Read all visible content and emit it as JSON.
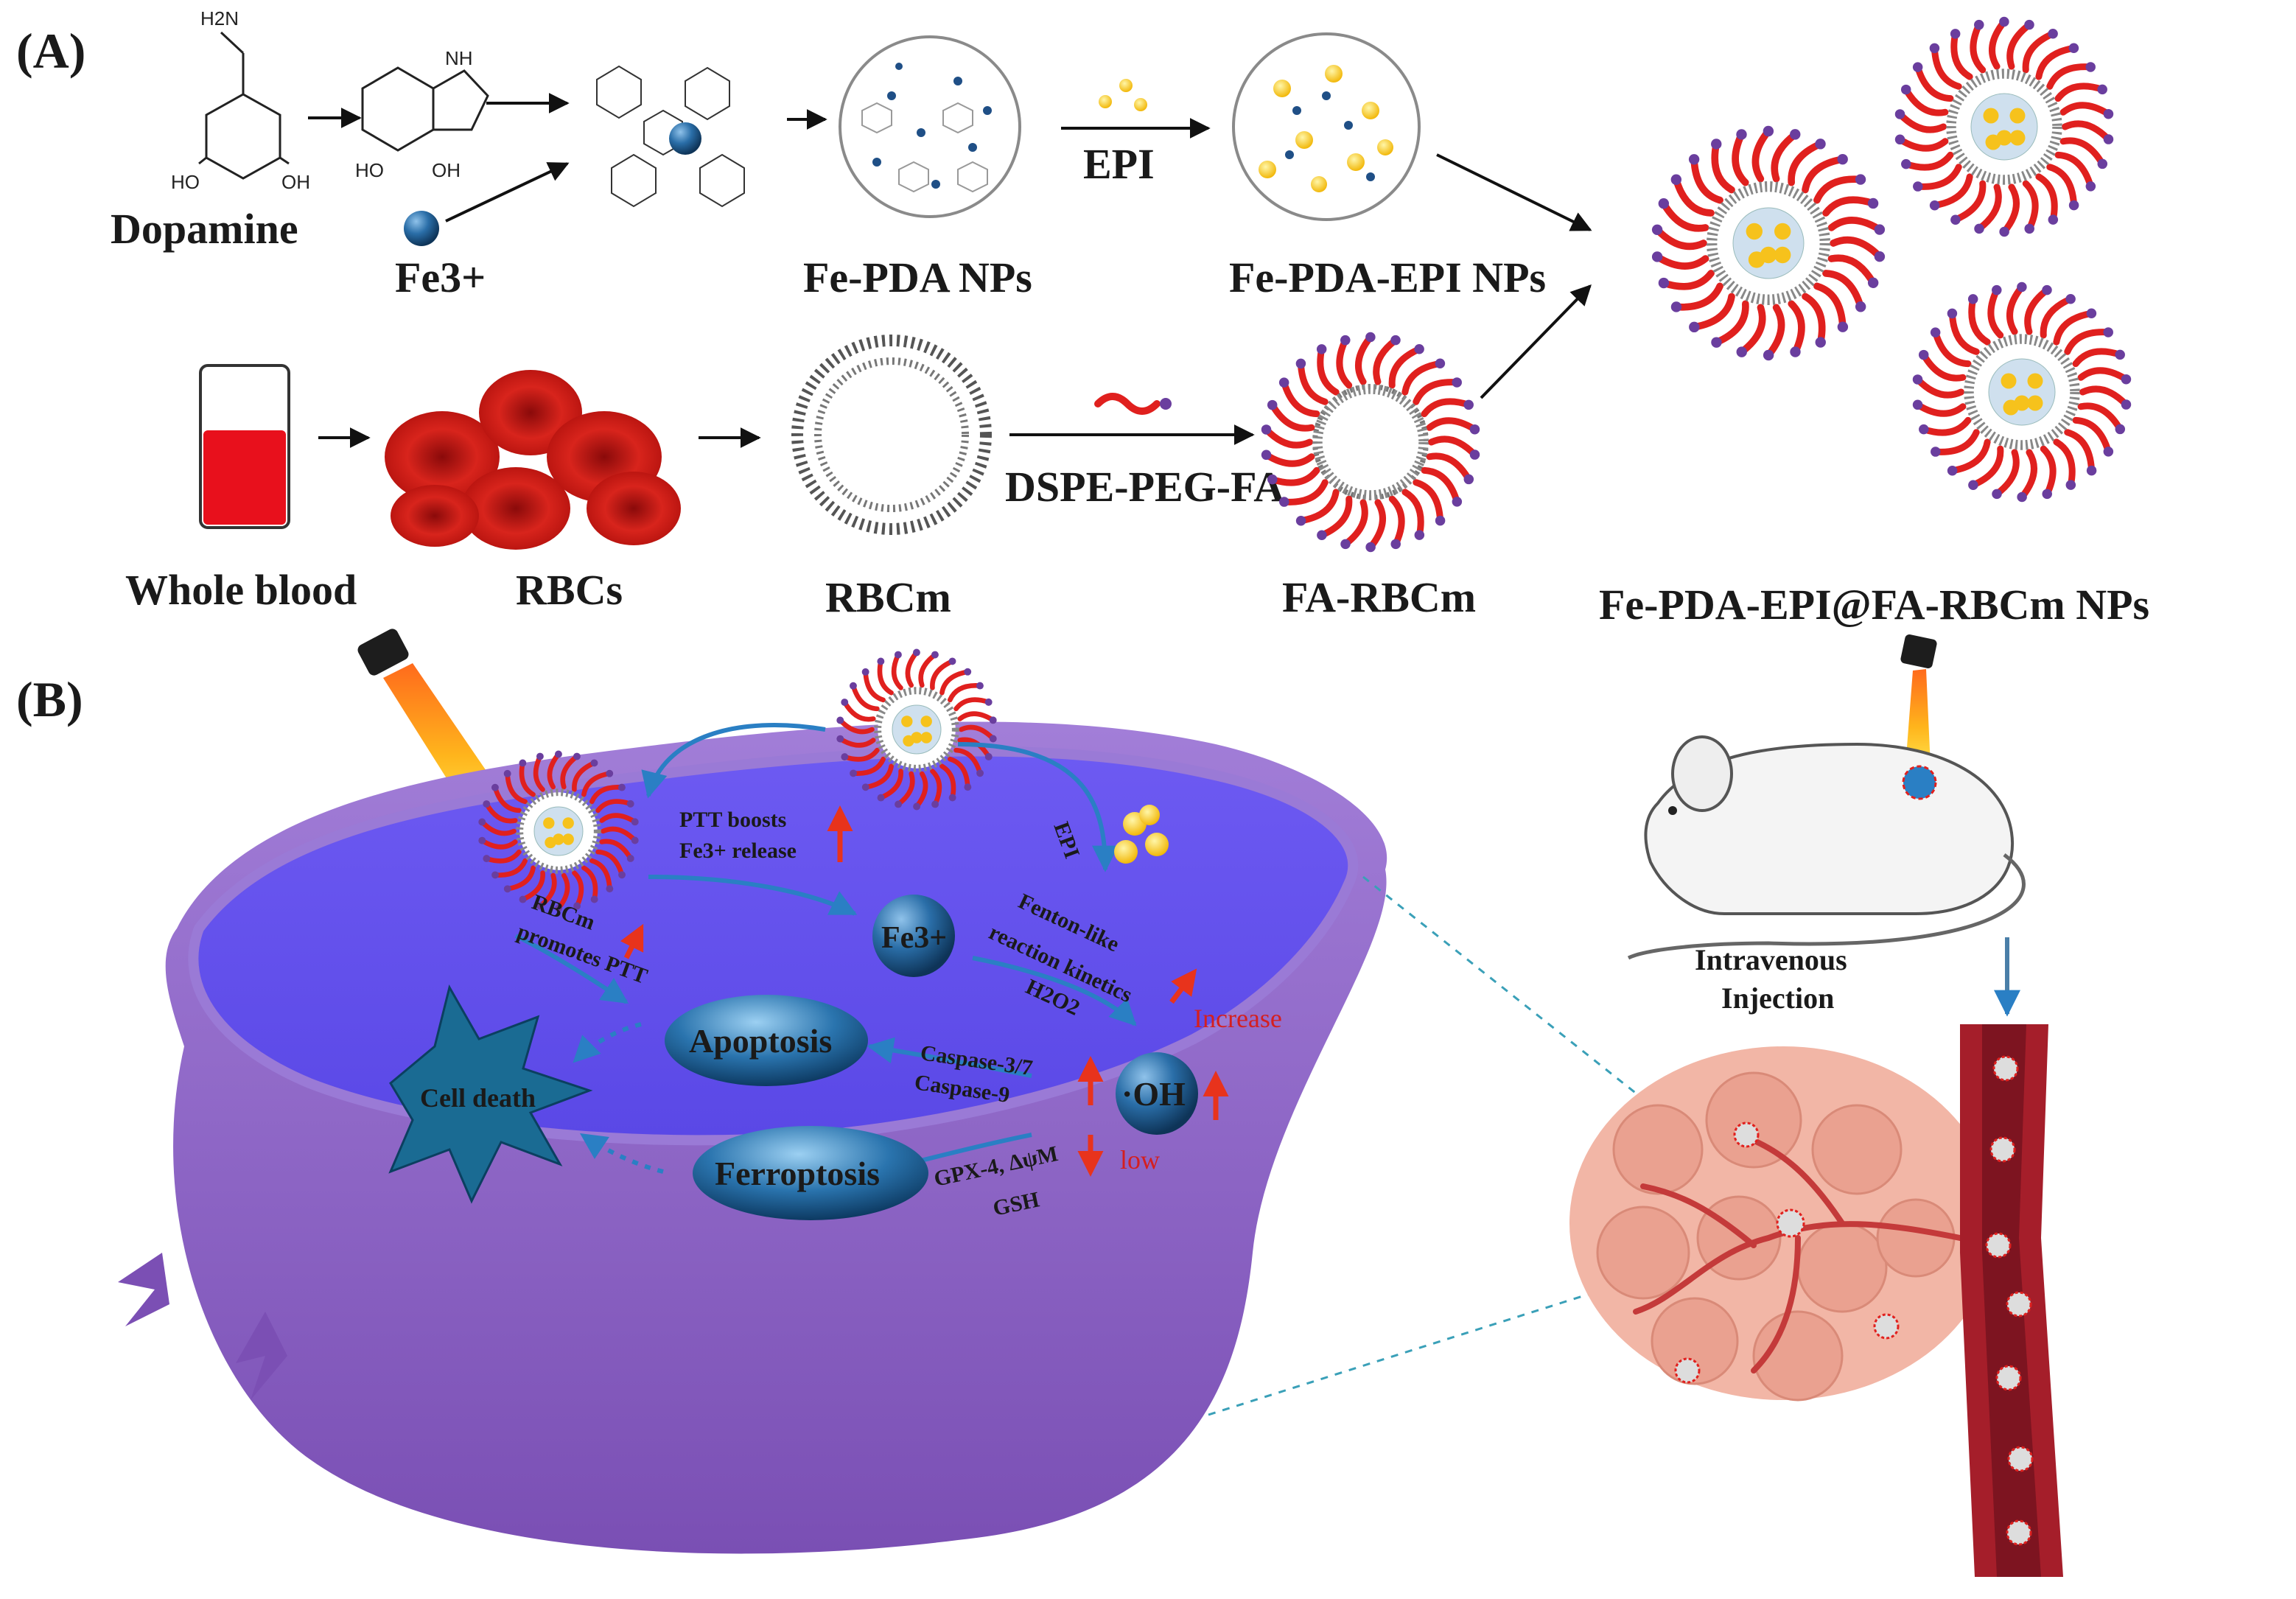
{
  "panels": {
    "a": "(A)",
    "b": "(B)"
  },
  "molecules": {
    "nh2": "H2N",
    "nh": "NH",
    "ho1": "HO",
    "oh1": "OH",
    "ho2": "HO",
    "oh2": "OH"
  },
  "labels": {
    "dopamine": "Dopamine",
    "fe3": "Fe3+",
    "fe_pda": "Fe-PDA NPs",
    "epi_arrow": "EPI",
    "fe_pda_epi": "Fe-PDA-EPI NPs",
    "whole_blood": "Whole blood",
    "rbcs": "RBCs",
    "rbcm": "RBCm",
    "dspe": "DSPE-PEG-FA",
    "fa_rbcm": "FA-RBCm",
    "final": "Fe-PDA-EPI@FA-RBCm NPs"
  },
  "mechanism": {
    "ptt_boosts": "PTT boosts",
    "fe_release": "Fe3+ release",
    "epi": "EPI",
    "fenton1": "Fenton-like",
    "fenton2": "reaction kinetics",
    "h2o2": "H2O2",
    "increase": "Increase",
    "rbcm1": "RBCm",
    "rbcm2": "promotes PTT",
    "fe_ion": "Fe3+",
    "apoptosis": "Apoptosis",
    "caspase1": "Caspase-3/7",
    "caspase2": "Caspase-9",
    "oh": "·OH",
    "ferroptosis": "Ferroptosis",
    "gpx1": "GPX-4, ΔψM",
    "gpx2": "GSH",
    "low": "low",
    "cell_death": "Cell death"
  },
  "mouse": {
    "line1": "Intravenous",
    "line2": "Injection"
  },
  "colors": {
    "membrane_red": "#e0201e",
    "membrane_purple": "#6a3e9e",
    "cell_purple": "#8a62c4",
    "cell_inner": "#6b5cf0",
    "ion_blue": "#1c5c8e",
    "arrow_blue": "#2a7fc4",
    "arrow_red": "#e8331c",
    "drug_yellow": "#f6c21c",
    "tumor_pink": "#f0b4a4",
    "vessel_red": "#a51e2a"
  }
}
